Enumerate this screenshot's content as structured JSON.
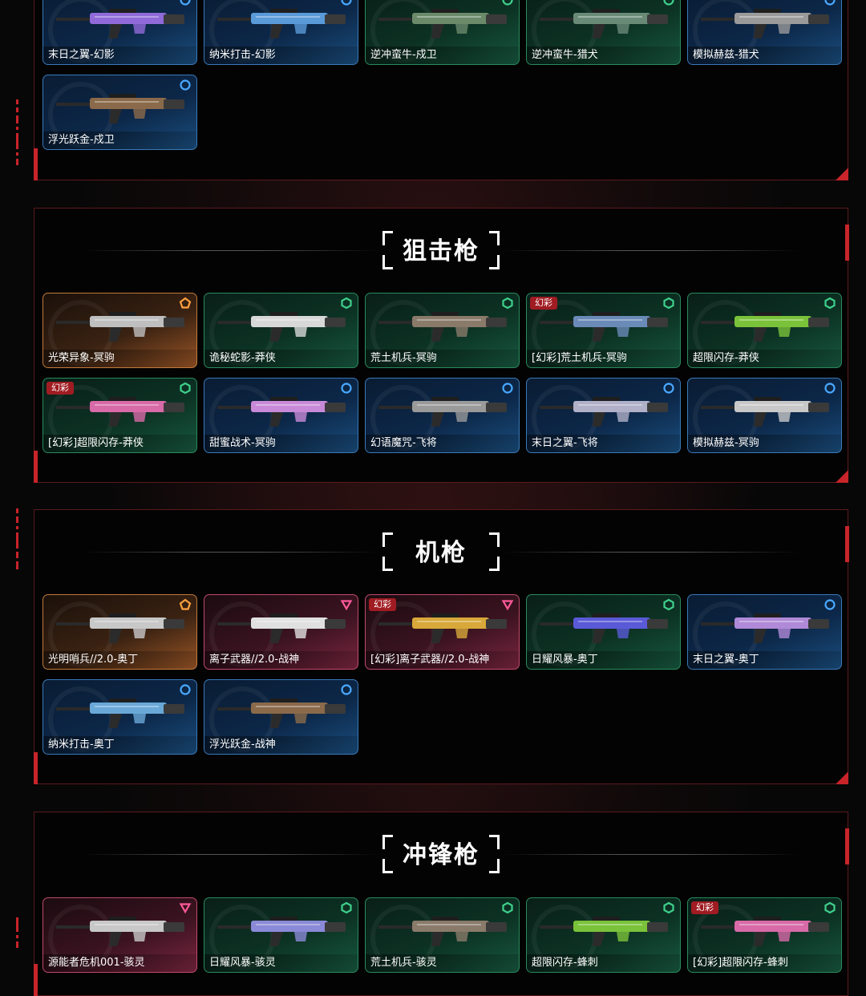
{
  "colors": {
    "accent_red": "#c8242a",
    "tier_blue": "#3a79b8",
    "tier_green": "#2a8a5e",
    "tier_orange": "#c07a3c",
    "tier_pink": "#c04a6c"
  },
  "sections": [
    {
      "title": "",
      "cards": [
        {
          "name": "末日之翼-幻影",
          "tier": "blue",
          "icon": "circle-icon",
          "tag": "",
          "gun": "#8f6ad8"
        },
        {
          "name": "纳米打击-幻影",
          "tier": "blue",
          "icon": "circle-icon",
          "tag": "",
          "gun": "#5a9ad8"
        },
        {
          "name": "逆冲蛮牛-戍卫",
          "tier": "green",
          "icon": "circle-icon",
          "tag": "",
          "gun": "#6a8a6a"
        },
        {
          "name": "逆冲蛮牛-猎犬",
          "tier": "green",
          "icon": "circle-icon",
          "tag": "",
          "gun": "#6a8a78"
        },
        {
          "name": "模拟赫兹-猎犬",
          "tier": "blue",
          "icon": "circle-icon",
          "tag": "",
          "gun": "#9a9a9a"
        },
        {
          "name": "浮光跃金-戍卫",
          "tier": "blue",
          "icon": "circle-icon",
          "tag": "",
          "gun": "#8a6a4a"
        }
      ]
    },
    {
      "title": "狙击枪",
      "cards": [
        {
          "name": "光荣异象-冥驹",
          "tier": "orange",
          "icon": "pentagon-icon",
          "tag": "",
          "gun": "#bfbfbf"
        },
        {
          "name": "诡秘蛇影-莽侠",
          "tier": "green",
          "icon": "hexagon-icon",
          "tag": "",
          "gun": "#d8d8d8"
        },
        {
          "name": "荒土机兵-冥驹",
          "tier": "green",
          "icon": "hexagon-icon",
          "tag": "",
          "gun": "#8a7a6a"
        },
        {
          "name": "[幻彩]荒土机兵-冥驹",
          "tier": "green",
          "icon": "hexagon-icon",
          "tag": "幻彩",
          "gun": "#6a8ab8"
        },
        {
          "name": "超限闪存-莽侠",
          "tier": "green",
          "icon": "hexagon-icon",
          "tag": "",
          "gun": "#7ac23a"
        },
        {
          "name": "[幻彩]超限闪存-莽侠",
          "tier": "green",
          "icon": "hexagon-icon",
          "tag": "幻彩",
          "gun": "#d86aa8"
        },
        {
          "name": "甜蜜战术-冥驹",
          "tier": "blue",
          "icon": "circle-icon",
          "tag": "",
          "gun": "#c88ad8"
        },
        {
          "name": "幻语魔咒-飞将",
          "tier": "blue",
          "icon": "circle-icon",
          "tag": "",
          "gun": "#9a9a9a"
        },
        {
          "name": "末日之翼-飞将",
          "tier": "blue",
          "icon": "circle-icon",
          "tag": "",
          "gun": "#b0b0c8"
        },
        {
          "name": "模拟赫兹-冥驹",
          "tier": "blue",
          "icon": "circle-icon",
          "tag": "",
          "gun": "#c8c8c8"
        }
      ]
    },
    {
      "title": "机枪",
      "cards": [
        {
          "name": "光明哨兵//2.0-奥丁",
          "tier": "orange",
          "icon": "pentagon-icon",
          "tag": "",
          "gun": "#c8c8c8"
        },
        {
          "name": "离子武器//2.0-战神",
          "tier": "pink",
          "icon": "triangle-icon",
          "tag": "",
          "gun": "#e0e0e0"
        },
        {
          "name": "[幻彩]离子武器//2.0-战神",
          "tier": "pink",
          "icon": "triangle-icon",
          "tag": "幻彩",
          "gun": "#d8a83a"
        },
        {
          "name": "日耀风暴-奥丁",
          "tier": "green",
          "icon": "hexagon-icon",
          "tag": "",
          "gun": "#5a5ad8"
        },
        {
          "name": "末日之翼-奥丁",
          "tier": "blue",
          "icon": "circle-icon",
          "tag": "",
          "gun": "#b08ad8"
        },
        {
          "name": "纳米打击-奥丁",
          "tier": "blue",
          "icon": "circle-icon",
          "tag": "",
          "gun": "#6aa8d8"
        },
        {
          "name": "浮光跃金-战神",
          "tier": "blue",
          "icon": "circle-icon",
          "tag": "",
          "gun": "#8a6a4a"
        }
      ]
    },
    {
      "title": "冲锋枪",
      "cards": [
        {
          "name": "源能者危机001-骇灵",
          "tier": "pink",
          "icon": "triangle-icon",
          "tag": "",
          "gun": "#c8c8c8"
        },
        {
          "name": "日耀风暴-骇灵",
          "tier": "green",
          "icon": "hexagon-icon",
          "tag": "",
          "gun": "#8a8ad8"
        },
        {
          "name": "荒土机兵-骇灵",
          "tier": "green",
          "icon": "hexagon-icon",
          "tag": "",
          "gun": "#8a7a6a"
        },
        {
          "name": "超限闪存-蜂刺",
          "tier": "green",
          "icon": "hexagon-icon",
          "tag": "",
          "gun": "#7ac23a"
        },
        {
          "name": "[幻彩]超限闪存-蜂刺",
          "tier": "green",
          "icon": "hexagon-icon",
          "tag": "幻彩",
          "gun": "#d86aa8"
        }
      ]
    }
  ]
}
